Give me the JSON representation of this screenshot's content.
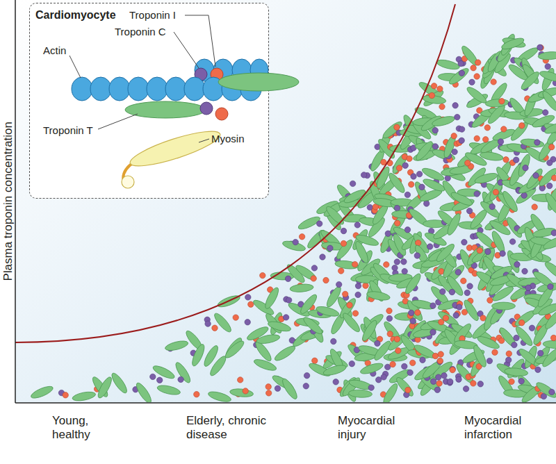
{
  "diagram": {
    "nodes": [
      {
        "text": [
          "Cardiomyocyte"
        ]
      }
    ],
    "labels": [
      "Troponin I",
      "Troponin C",
      "Actin",
      "Troponin T",
      "Myosin",
      "Plasma troponin concentration",
      "Young, healthy",
      "Elderly, chronic disease",
      "Myocardial injury",
      "Myocardial infarction"
    ]
  }
}
